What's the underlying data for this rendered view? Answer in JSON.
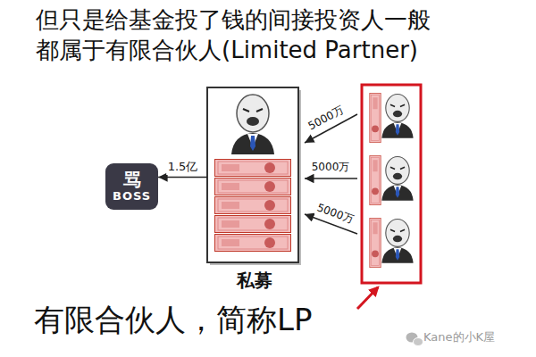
{
  "diagram": {
    "title": "但只是给基金投了钱的间接投资人一般 都属于有限合伙人(Limited Partner)",
    "caption": "有限合伙人，简称LP",
    "nodes": [
      {
        "text": [
          "骂",
          "BOSS"
        ]
      },
      {
        "text": [
          "私募"
        ]
      }
    ],
    "edges": [
      {
        "from": 1,
        "to": 0,
        "arrow": "to",
        "label": "1.5亿"
      }
    ],
    "labels": [
      "5000万",
      "5000万",
      "5000万",
      "Kane的小K屋"
    ]
  }
}
